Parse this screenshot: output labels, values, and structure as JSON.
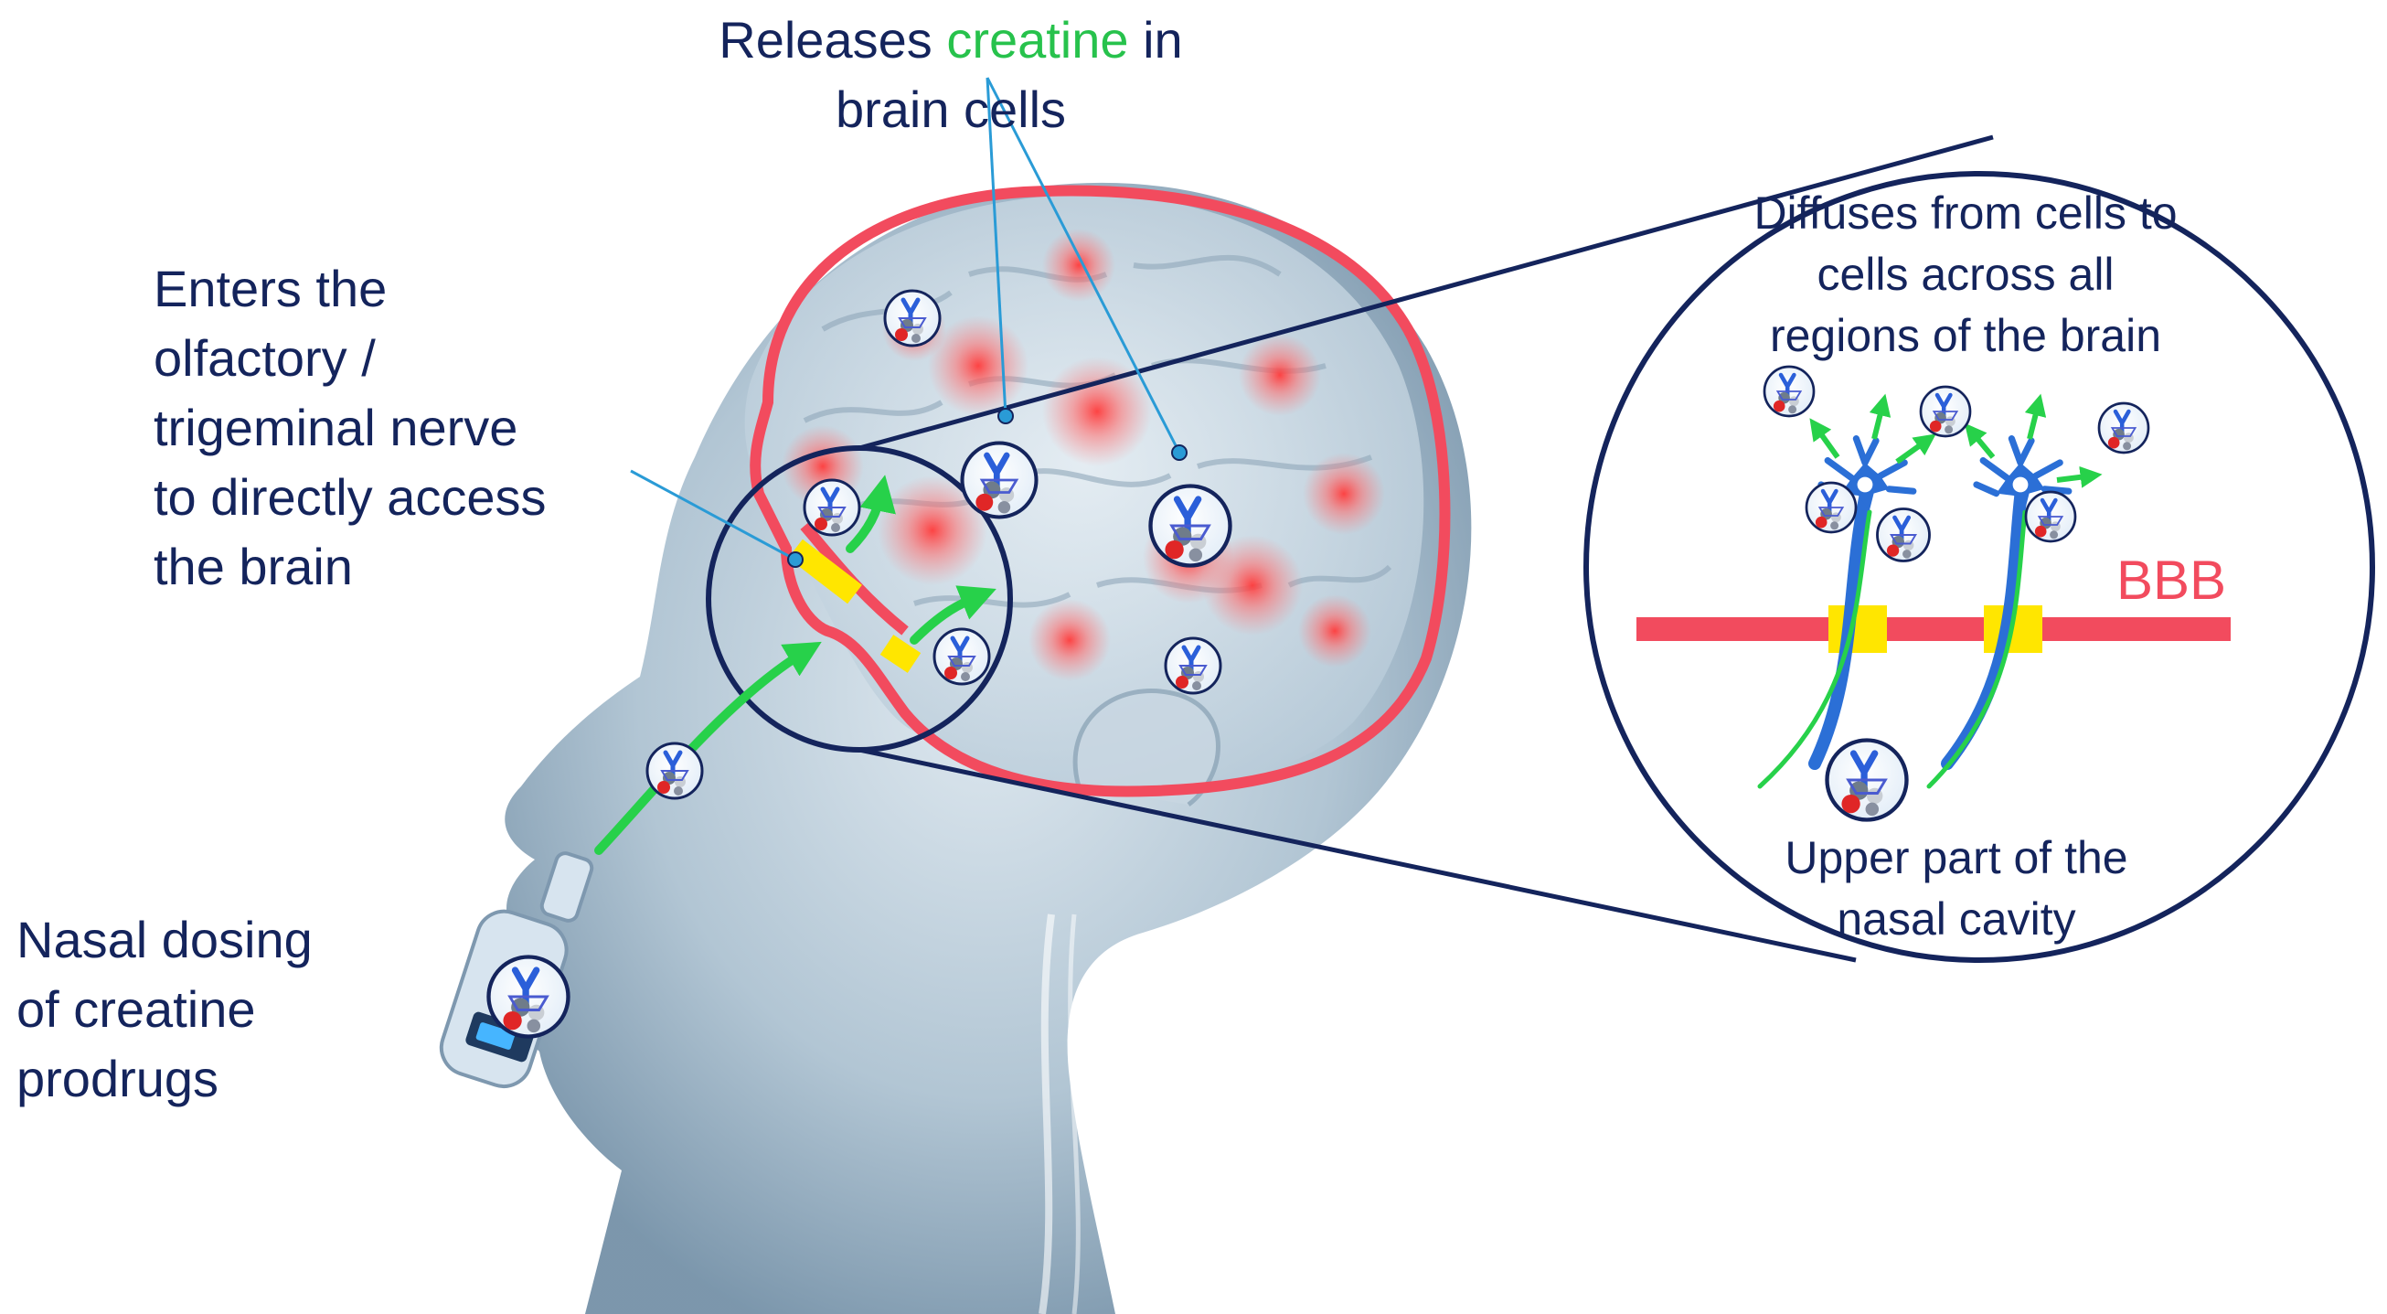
{
  "labels": {
    "releases": {
      "part1": "Releases",
      "highlight": "creatine",
      "part2": "in",
      "line2": "brain cells"
    },
    "enters": [
      "Enters the",
      "olfactory /",
      "trigeminal nerve",
      "to directly access",
      "the brain"
    ],
    "nasal_dosing": [
      "Nasal dosing",
      "of creatine",
      "prodrugs"
    ],
    "diffuses": [
      "Diffuses from cells to",
      "cells across all",
      "regions of the brain"
    ],
    "upper_part": [
      "Upper part of the",
      "nasal cavity"
    ],
    "bbb": "BBB"
  },
  "icons": {
    "molecule": "creatine-prodrug-molecule-icon",
    "neuron": "neuron-icon",
    "spray": "nasal-spray-device-icon"
  },
  "colors": {
    "text": "#14245c",
    "highlight": "#27c24c",
    "arrow": "#27d14a",
    "brain_outline": "#f24b5e",
    "nerve_highlight": "#ffe600",
    "bbb": "#f24b5e",
    "neuron": "#2b6fd6"
  }
}
